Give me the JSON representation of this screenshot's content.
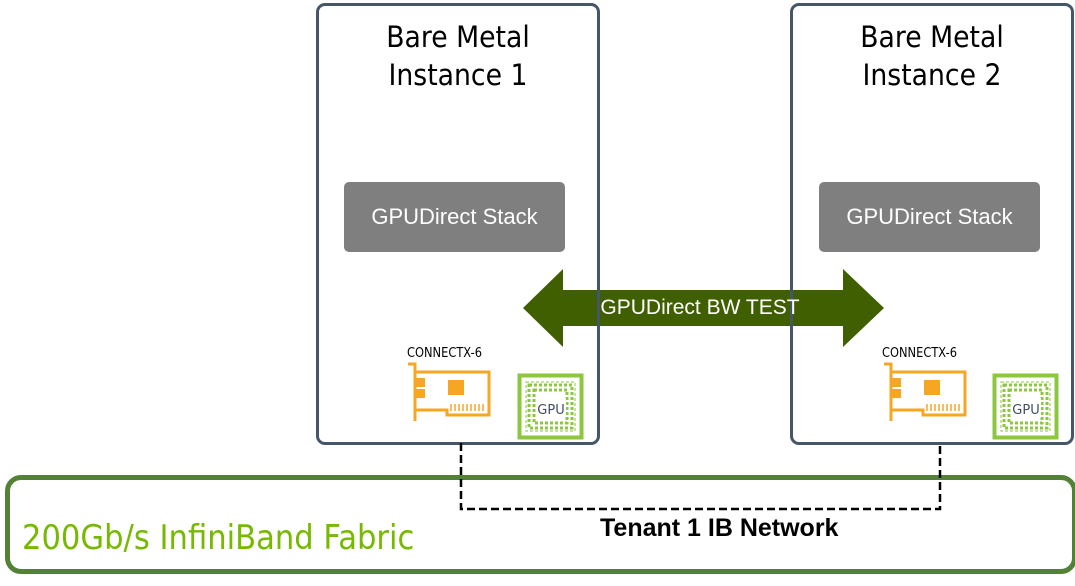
{
  "instances": [
    {
      "title_line1": "Bare Metal",
      "title_line2": "Instance 1",
      "stack_label": "GPUDirect Stack",
      "nic_label": "CONNECTX-6",
      "gpu_label": "GPU"
    },
    {
      "title_line1": "Bare Metal",
      "title_line2": "Instance 2",
      "stack_label": "GPUDirect Stack",
      "nic_label": "CONNECTX-6",
      "gpu_label": "GPU"
    }
  ],
  "bw_test": {
    "label": "GPUDirect BW TEST",
    "color": "#3f5f00"
  },
  "fabric": {
    "label": "200Gb/s InfiniBand Fabric",
    "label_color": "#76b900",
    "border_color": "#538135"
  },
  "network": {
    "label": "Tenant 1 IB Network"
  },
  "colors": {
    "instance_border": "#465669",
    "stack_fill": "#7f7f7f",
    "nic_color": "#f5a623",
    "gpu_color": "#8dc63f"
  },
  "icons": {
    "nic": "network-card-icon",
    "gpu": "gpu-chip-icon"
  }
}
